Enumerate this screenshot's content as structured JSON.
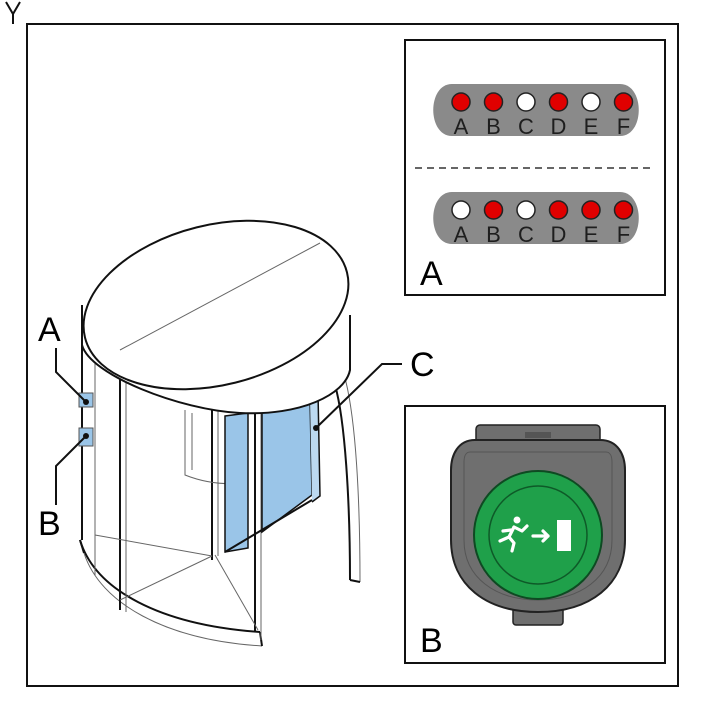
{
  "figure": {
    "main_labels": {
      "a": "A",
      "b": "B",
      "c": "C"
    },
    "panel_a": {
      "label": "A",
      "rows": [
        {
          "leds": [
            {
              "letter": "A",
              "state": "red"
            },
            {
              "letter": "B",
              "state": "red"
            },
            {
              "letter": "C",
              "state": "white"
            },
            {
              "letter": "D",
              "state": "red"
            },
            {
              "letter": "E",
              "state": "white"
            },
            {
              "letter": "F",
              "state": "red"
            }
          ]
        },
        {
          "leds": [
            {
              "letter": "A",
              "state": "white"
            },
            {
              "letter": "B",
              "state": "red"
            },
            {
              "letter": "C",
              "state": "white"
            },
            {
              "letter": "D",
              "state": "red"
            },
            {
              "letter": "E",
              "state": "red"
            },
            {
              "letter": "F",
              "state": "red"
            }
          ]
        }
      ]
    },
    "panel_b": {
      "label": "B",
      "button_icon": "emergency-exit-running-person-arrow-door-icon"
    },
    "colors": {
      "led_red": "#e00000",
      "led_white": "#ffffff",
      "glass": "#9ac5e8",
      "button_green": "#1fa04a",
      "housing_gray": "#6f6f6f"
    }
  }
}
